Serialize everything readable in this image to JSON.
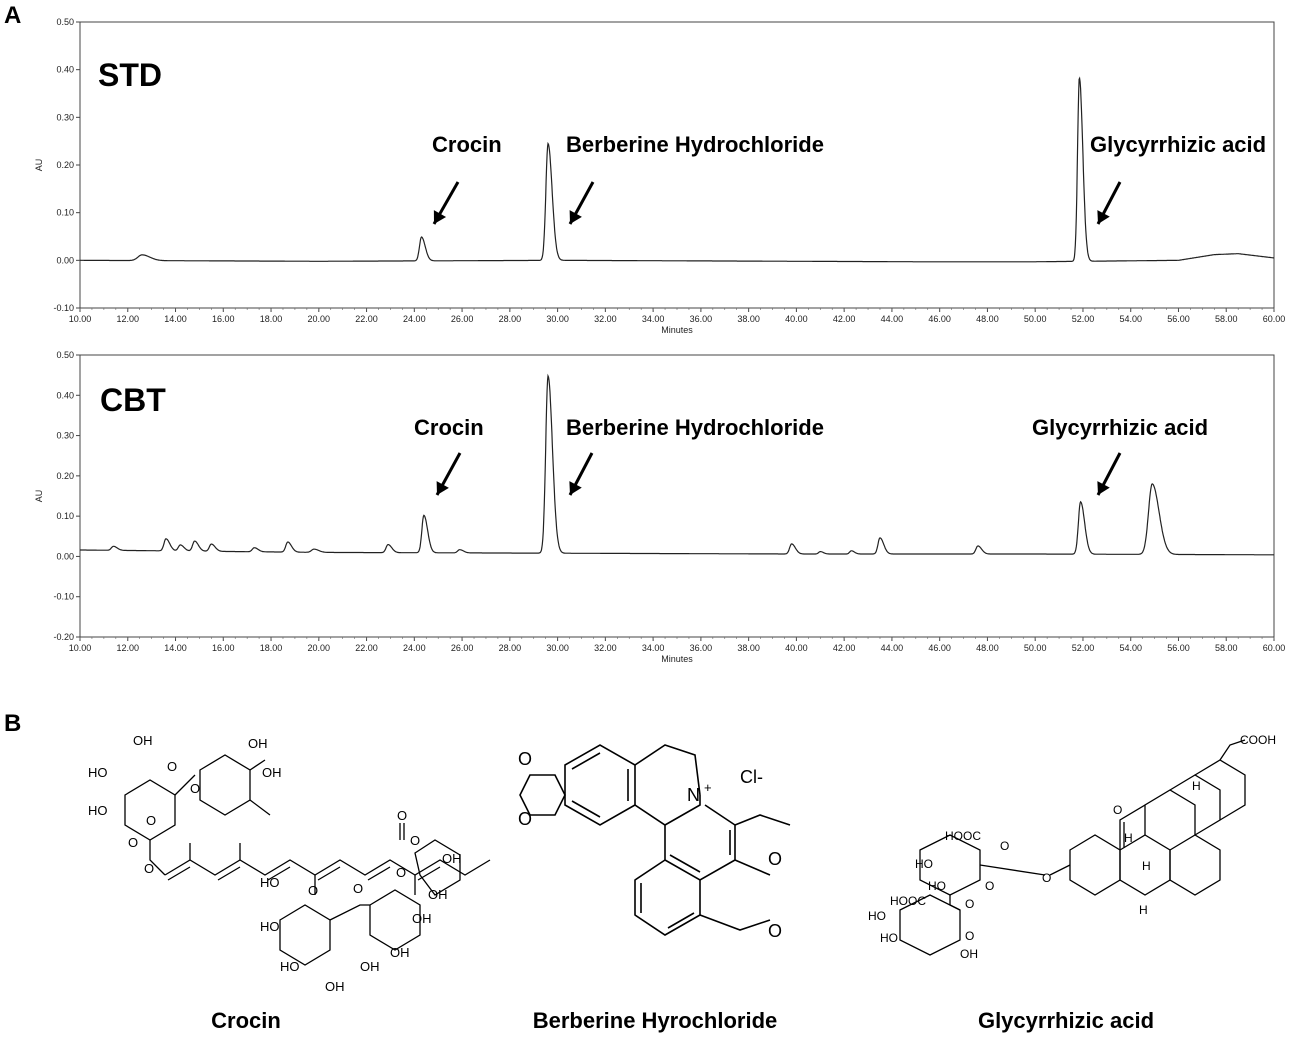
{
  "figure": {
    "panel_a_letter": "A",
    "panel_b_letter": "B"
  },
  "chart_data": [
    {
      "type": "line",
      "panel": "STD",
      "xlabel": "Minutes",
      "ylabel": "AU",
      "xlim": [
        10,
        60
      ],
      "ylim": [
        -0.1,
        0.5
      ],
      "xticks": [
        "10.00",
        "12.00",
        "14.00",
        "16.00",
        "18.00",
        "20.00",
        "22.00",
        "24.00",
        "26.00",
        "28.00",
        "30.00",
        "32.00",
        "34.00",
        "36.00",
        "38.00",
        "40.00",
        "42.00",
        "44.00",
        "46.00",
        "48.00",
        "50.00",
        "52.00",
        "54.00",
        "56.00",
        "58.00",
        "60.00"
      ],
      "yticks": [
        "-0.10",
        "0.00",
        "0.10",
        "0.20",
        "0.30",
        "0.40",
        "0.50"
      ],
      "baseline": [
        [
          10,
          0.0
        ],
        [
          20,
          -0.002
        ],
        [
          30,
          0.0
        ],
        [
          45,
          -0.003
        ],
        [
          50,
          -0.003
        ],
        [
          56,
          0.0
        ],
        [
          57.5,
          0.012
        ],
        [
          58.5,
          0.014
        ],
        [
          60,
          0.005
        ]
      ],
      "peaks": [
        {
          "rt": 12.6,
          "height": 0.012,
          "width": 0.25
        },
        {
          "rt": 24.3,
          "height": 0.05,
          "width": 0.12
        },
        {
          "rt": 29.6,
          "height": 0.245,
          "width": 0.13
        },
        {
          "rt": 51.85,
          "height": 0.385,
          "width": 0.11
        }
      ],
      "annotations": [
        {
          "text": "Crocin",
          "x": 24.3
        },
        {
          "text": "Berberine Hydrochloride",
          "x": 29.6
        },
        {
          "text": "Glycyrrhizic acid",
          "x": 51.85
        }
      ]
    },
    {
      "type": "line",
      "panel": "CBT",
      "xlabel": "Minutes",
      "ylabel": "AU",
      "xlim": [
        10,
        60
      ],
      "ylim": [
        -0.2,
        0.5
      ],
      "xticks": [
        "10.00",
        "12.00",
        "14.00",
        "16.00",
        "18.00",
        "20.00",
        "22.00",
        "24.00",
        "26.00",
        "28.00",
        "30.00",
        "32.00",
        "34.00",
        "36.00",
        "38.00",
        "40.00",
        "42.00",
        "44.00",
        "46.00",
        "48.00",
        "50.00",
        "52.00",
        "54.00",
        "56.00",
        "58.00",
        "60.00"
      ],
      "yticks": [
        "-0.20",
        "-0.10",
        "0.00",
        "0.10",
        "0.20",
        "0.30",
        "0.40",
        "0.50"
      ],
      "baseline": [
        [
          10,
          0.016
        ],
        [
          20,
          0.01
        ],
        [
          30,
          0.008
        ],
        [
          40,
          0.006
        ],
        [
          50,
          0.006
        ],
        [
          60,
          0.004
        ]
      ],
      "peaks": [
        {
          "rt": 11.4,
          "height": 0.01,
          "width": 0.12
        },
        {
          "rt": 13.6,
          "height": 0.03,
          "width": 0.12
        },
        {
          "rt": 14.2,
          "height": 0.015,
          "width": 0.12
        },
        {
          "rt": 14.8,
          "height": 0.025,
          "width": 0.12
        },
        {
          "rt": 15.5,
          "height": 0.018,
          "width": 0.12
        },
        {
          "rt": 17.3,
          "height": 0.01,
          "width": 0.12
        },
        {
          "rt": 18.7,
          "height": 0.025,
          "width": 0.12
        },
        {
          "rt": 19.8,
          "height": 0.008,
          "width": 0.15
        },
        {
          "rt": 22.9,
          "height": 0.02,
          "width": 0.12
        },
        {
          "rt": 24.4,
          "height": 0.093,
          "width": 0.12
        },
        {
          "rt": 25.9,
          "height": 0.008,
          "width": 0.12
        },
        {
          "rt": 29.6,
          "height": 0.44,
          "width": 0.14
        },
        {
          "rt": 39.8,
          "height": 0.025,
          "width": 0.12
        },
        {
          "rt": 41.0,
          "height": 0.006,
          "width": 0.1
        },
        {
          "rt": 42.3,
          "height": 0.008,
          "width": 0.1
        },
        {
          "rt": 43.5,
          "height": 0.04,
          "width": 0.12
        },
        {
          "rt": 47.6,
          "height": 0.02,
          "width": 0.12
        },
        {
          "rt": 51.9,
          "height": 0.13,
          "width": 0.13
        },
        {
          "rt": 54.9,
          "height": 0.175,
          "width": 0.22
        }
      ],
      "annotations": [
        {
          "text": "Crocin",
          "x": 24.4
        },
        {
          "text": "Berberine Hydrochloride",
          "x": 29.6
        },
        {
          "text": "Glycyrrhizic acid",
          "x": 51.9
        }
      ]
    }
  ],
  "structures": {
    "labels": [
      "Crocin",
      "Berberine Hyrochloride",
      "Glycyrrhizic acid"
    ],
    "crocin_atoms": [
      "OH",
      "HO",
      "OH",
      "OH",
      "HO",
      "O",
      "O",
      "OH",
      "HO",
      "O",
      "O",
      "O",
      "O",
      "O",
      "OH",
      "O",
      "OH",
      "HO",
      "O",
      "O",
      "OH",
      "HO",
      "HO",
      "OH",
      "OH",
      "OH"
    ],
    "berberine_atoms": [
      "Cl-",
      "N",
      "+",
      "O",
      "O",
      "O",
      "O"
    ],
    "glycyrrhizic_atoms": [
      "COOH",
      "H",
      "O",
      "H",
      "HOOC",
      "O",
      "O",
      "HO",
      "HO",
      "O",
      "O",
      "HOOC",
      "HO",
      "HO",
      "O",
      "OH",
      "H",
      "H"
    ]
  }
}
